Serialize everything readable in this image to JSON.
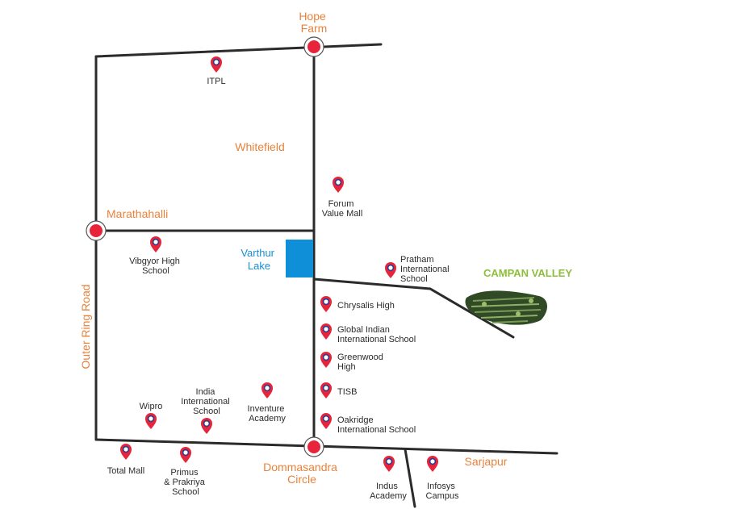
{
  "colors": {
    "road": "#2b2b2b",
    "area_label": "#e8823a",
    "junction": "#e8243a",
    "lake": "#0f8fd8",
    "lake_label": "#1a8fd1",
    "project_label": "#8dbf3c",
    "pin_red": "#e8243a",
    "pin_blue": "#2a3d8f"
  },
  "junctions": {
    "hope_farm": [
      "Hope",
      "Farm"
    ],
    "marathahalli": [
      "Marathahalli"
    ],
    "dommasandra": [
      "Dommasandra",
      "Circle"
    ]
  },
  "areas": {
    "whitefield": "Whitefield",
    "outer_ring_road": "Outer Ring Road",
    "sarjapur": "Sarjapur"
  },
  "lake": [
    "Varthur",
    "Lake"
  ],
  "project": {
    "name": "CAMPAN VALLEY",
    "icon": "township-aerial-icon"
  },
  "pois": {
    "itpl": [
      "ITPL"
    ],
    "forum": [
      "Forum",
      "Value Mall"
    ],
    "vibgyor": [
      "Vibgyor High",
      "School"
    ],
    "pratham": [
      "Pratham",
      "International",
      "School"
    ],
    "chrysalis": [
      "Chrysalis High"
    ],
    "global_indian": [
      "Global Indian",
      "International School"
    ],
    "greenwood": [
      "Greenwood",
      "High"
    ],
    "tisb": [
      "TISB"
    ],
    "oakridge": [
      "Oakridge",
      "International School"
    ],
    "wipro": [
      "Wipro"
    ],
    "india_intl": [
      "India",
      "International",
      "School"
    ],
    "inventure": [
      "Inventure",
      "Academy"
    ],
    "total_mall": [
      "Total Mall"
    ],
    "primus": [
      "Primus",
      "& Prakriya",
      "School"
    ],
    "indus": [
      "Indus",
      "Academy"
    ],
    "infosys": [
      "Infosys",
      "Campus"
    ]
  }
}
